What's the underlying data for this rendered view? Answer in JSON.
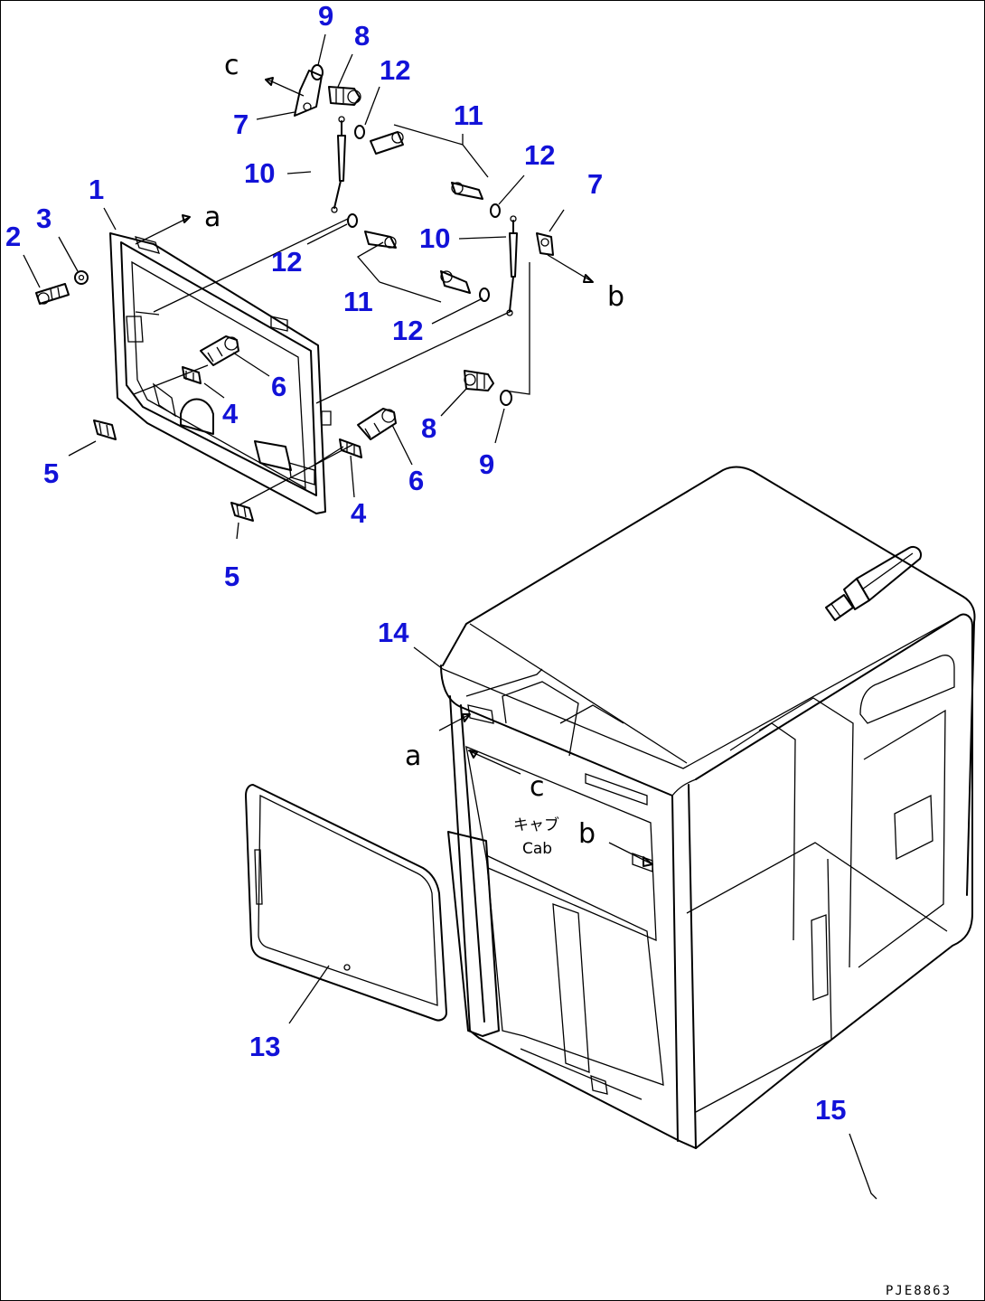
{
  "callouts": {
    "c1": "1",
    "c2": "2",
    "c3": "3",
    "c4a": "4",
    "c4b": "4",
    "c5a": "5",
    "c5b": "5",
    "c6a": "6",
    "c6b": "6",
    "c7a": "7",
    "c7b": "7",
    "c8a": "8",
    "c8b": "8",
    "c9a": "9",
    "c9b": "9",
    "c10a": "10",
    "c10b": "10",
    "c11a": "11",
    "c11b": "11",
    "c12a": "12",
    "c12b": "12",
    "c12c": "12",
    "c12d": "12",
    "c13": "13",
    "c14": "14",
    "c15": "15"
  },
  "refs": {
    "a1": "a",
    "b1": "b",
    "c1": "c",
    "a2": "a",
    "b2": "b",
    "c2": "c"
  },
  "cab_label": {
    "jp": "キャブ",
    "en": "Cab"
  },
  "drawing_code": "PJE8863",
  "colors": {
    "callout": "#1212d8",
    "line": "#000000",
    "background": "#ffffff"
  }
}
